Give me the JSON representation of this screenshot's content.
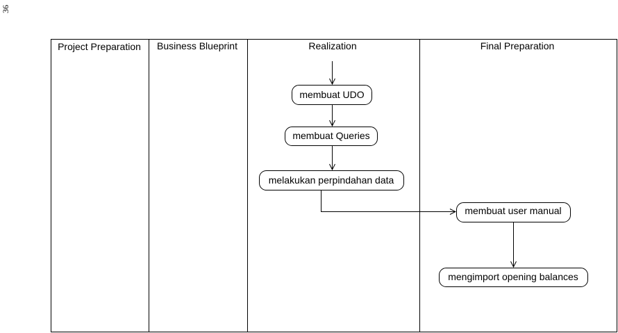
{
  "page_number": "36",
  "lanes": [
    {
      "title": "Project Preparation"
    },
    {
      "title": "Business Blueprint"
    },
    {
      "title": "Realization"
    },
    {
      "title": "Final Preparation"
    }
  ],
  "activities": [
    {
      "label": "membuat UDO"
    },
    {
      "label": "membuat Queries"
    },
    {
      "label": "melakukan perpindahan data"
    },
    {
      "label": "membuat user manual"
    },
    {
      "label": "mengimport opening balances"
    }
  ]
}
